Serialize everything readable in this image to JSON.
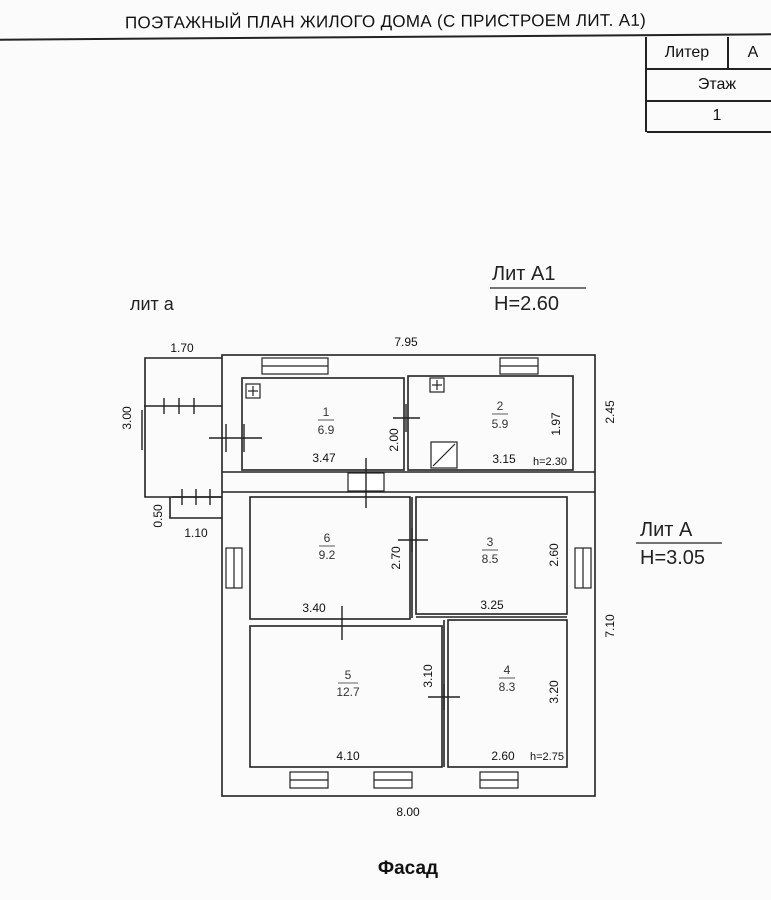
{
  "title": "ПОЭТАЖНЫЙ ПЛАН  ЖИЛОГО ДОМА (С ПРИСТРОЕМ ЛИТ. А1)",
  "stamp": {
    "liter_label": "Литер",
    "liter_value": "А",
    "floor_label": "Этаж",
    "floor_value": "1"
  },
  "annotations": {
    "lit_a1_label": "Лит А1",
    "lit_a1_height": "Н=2.60",
    "lit_a_small_label": "лит а",
    "lit_a_label": "Лит А",
    "lit_a_height": "Н=3.05"
  },
  "rooms": [
    {
      "number": "1",
      "area": "6.9"
    },
    {
      "number": "2",
      "area": "5.9"
    },
    {
      "number": "3",
      "area": "8.5"
    },
    {
      "number": "4",
      "area": "8.3"
    },
    {
      "number": "5",
      "area": "12.7"
    },
    {
      "number": "6",
      "area": "9.2"
    }
  ],
  "dimensions": {
    "porch_width": "1.70",
    "porch_depth": "3.00",
    "porch_step": "0.50",
    "porch_step_width": "1.10",
    "overall_top": "7.95",
    "overall_bottom": "8.00",
    "right_a1": "2.45",
    "right_a": "7.10",
    "room1_width": "3.47",
    "room1_depth": "2.00",
    "room2_width": "3.15",
    "room2_depth": "1.97",
    "room2_ceiling": "h=2.30",
    "room6_width": "3.40",
    "room6_depth": "2.70",
    "room3_width": "3.25",
    "room3_depth": "2.60",
    "room5_width": "4.10",
    "room5_depth": "3.10",
    "room4_width": "2.60",
    "room4_depth": "3.20",
    "room4_ceiling": "h=2.75"
  },
  "facade": "Фасад"
}
